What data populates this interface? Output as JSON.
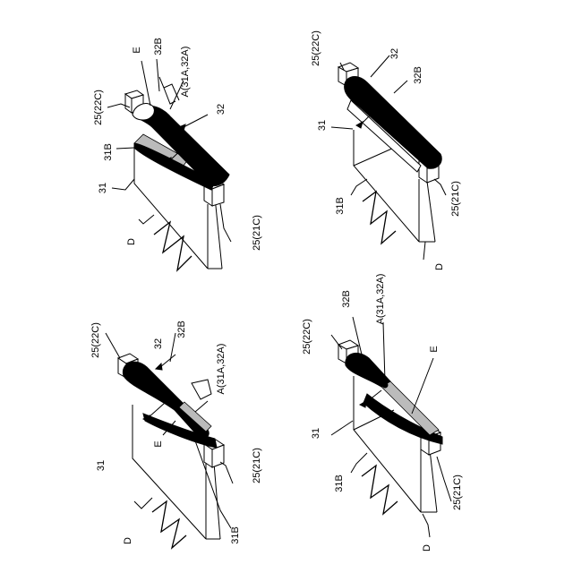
{
  "panels": [
    {
      "id": "top-left",
      "labels": {
        "l25_22c": "25(22C)",
        "E": "E",
        "l32B": "32B",
        "A": "A(31A,32A)",
        "l32": "32",
        "l31B": "31B",
        "l31": "31",
        "D": "D",
        "l25_21c": "25(21C)"
      }
    },
    {
      "id": "top-right",
      "labels": {
        "l25_22c": "25(22C)",
        "l32": "32",
        "l32B": "32B",
        "l31": "31",
        "l31B": "31B",
        "l25_21c": "25(21C)",
        "D": "D"
      }
    },
    {
      "id": "bottom-left",
      "labels": {
        "l25_22c": "25(22C)",
        "l32": "32",
        "l32B": "32B",
        "A": "A(31A,32A)",
        "l31": "31",
        "E": "E",
        "D": "D",
        "l31B": "31B",
        "l25_21c": "25(21C)"
      }
    },
    {
      "id": "bottom-right",
      "labels": {
        "l25_22c": "25(22C)",
        "l32B": "32B",
        "A": "A(31A,32A)",
        "E": "E",
        "l31": "31",
        "l31B": "31B",
        "D": "D",
        "l25_21c": "25(21C)"
      }
    }
  ]
}
